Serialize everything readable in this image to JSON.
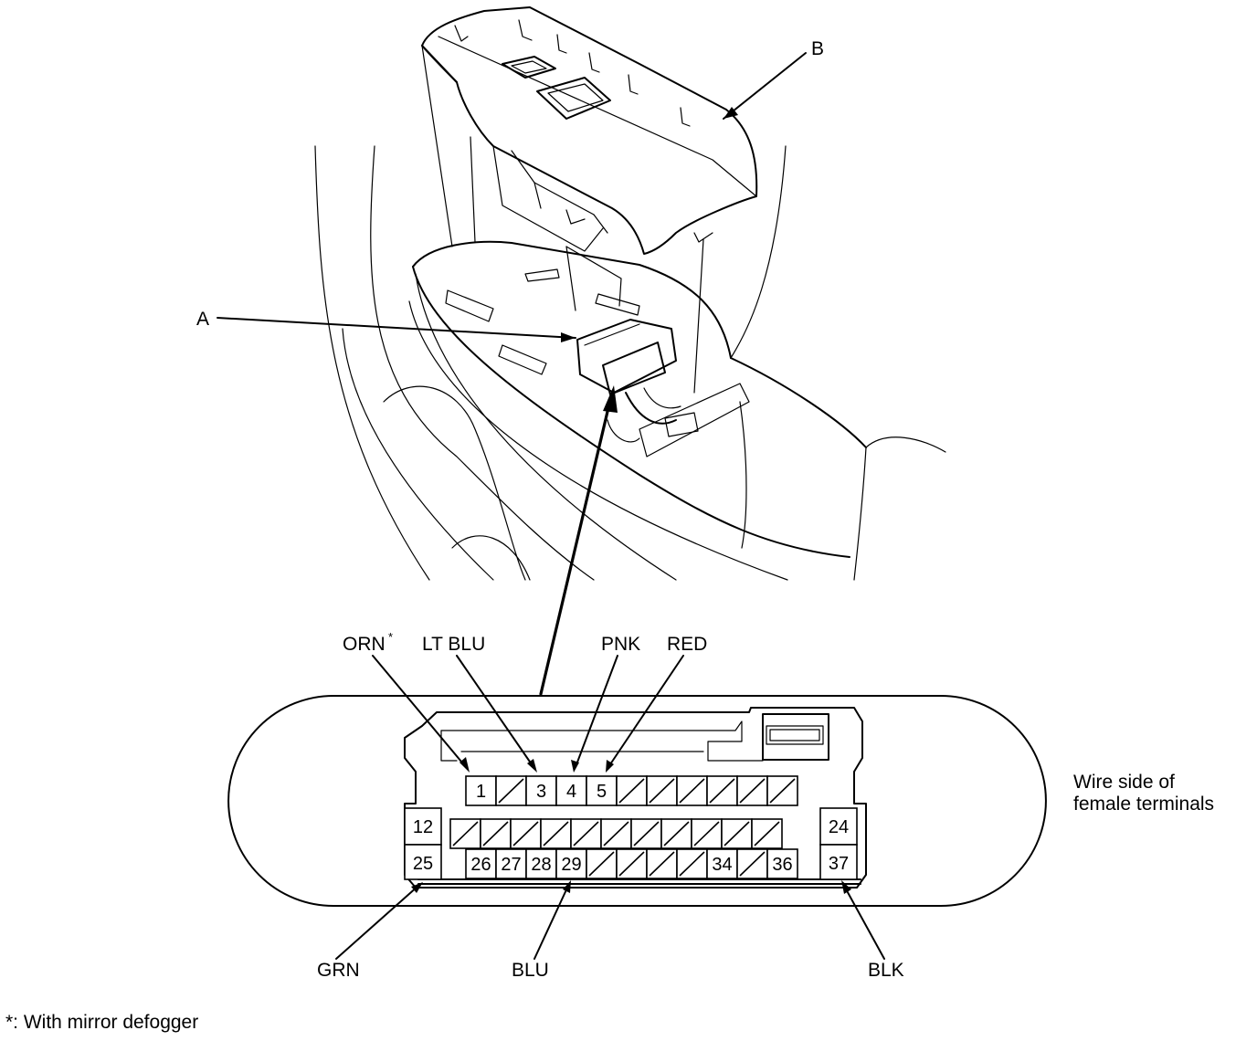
{
  "callouts": {
    "a": "A",
    "b": "B"
  },
  "wires": {
    "orn": "ORN",
    "orn_mark": "*",
    "lt_blu": "LT BLU",
    "pnk": "PNK",
    "red": "RED",
    "grn": "GRN",
    "blu": "BLU",
    "blk": "BLK"
  },
  "view_note": {
    "line1": "Wire side of",
    "line2": "female terminals"
  },
  "footnote": "*: With mirror defogger",
  "pins": {
    "p1": "1",
    "p3": "3",
    "p4": "4",
    "p5": "5",
    "p12": "12",
    "p24": "24",
    "p25": "25",
    "p26": "26",
    "p27": "27",
    "p28": "28",
    "p29": "29",
    "p34": "34",
    "p36": "36",
    "p37": "37"
  }
}
